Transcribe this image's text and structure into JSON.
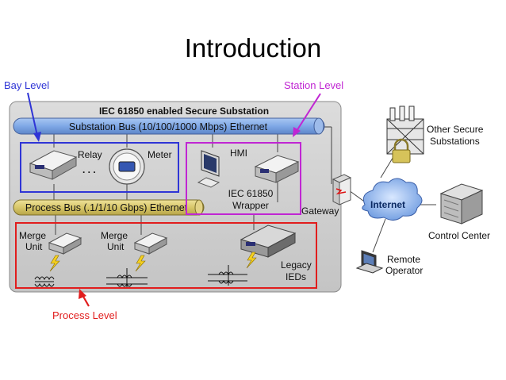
{
  "title": "Introduction",
  "annotations": {
    "bay_level": "Bay Level",
    "station_level": "Station Level",
    "process_level": "Process Level"
  },
  "colors": {
    "bay": "#2f35d6",
    "station": "#c026d3",
    "process": "#e11d1d",
    "bus_blue": "#7fa8e6",
    "bus_yellow": "#d8c76a",
    "panel": "#cfcfcf"
  },
  "diagram": {
    "panel_title": "IEC 61850 enabled Secure Substation",
    "substation_bus": "Substation Bus (10/100/1000 Mbps) Ethernet",
    "process_bus": "Process Bus (.1/1/10 Gbps) Ethernet",
    "relay": "Relay",
    "ellipsis": ". . .",
    "meter": "Meter",
    "hmi": "HMI",
    "wrapper_line1": "IEC 61850",
    "wrapper_line2": "Wrapper",
    "merge_unit_1_line1": "Merge",
    "merge_unit_1_line2": "Unit",
    "merge_unit_2_line1": "Merge",
    "merge_unit_2_line2": "Unit",
    "legacy_line1": "Legacy",
    "legacy_line2": "IEDs",
    "gateway": "Gateway",
    "internet": "Internet",
    "other_line1": "Other Secure",
    "other_line2": "Substations",
    "control_center": "Control Center",
    "remote_line1": "Remote",
    "remote_line2": "Operator"
  },
  "icons": [
    "relay-device-icon",
    "meter-icon",
    "hmi-computer-icon",
    "wrapper-device-icon",
    "merge-unit-icon",
    "legacy-ied-icon",
    "firewall-icon",
    "internet-cloud-icon",
    "substation-tower-icon",
    "lock-icon",
    "control-center-building-icon",
    "laptop-icon",
    "transformer-icon",
    "lightning-icon"
  ]
}
